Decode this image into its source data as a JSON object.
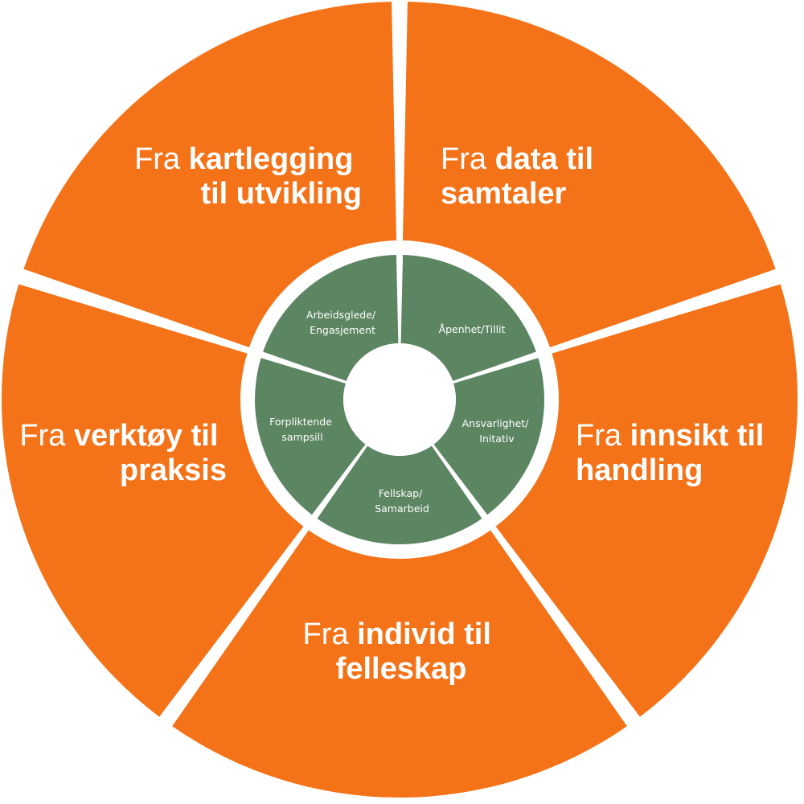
{
  "outer_segments": [
    {
      "id": "kartlegging",
      "prefix": "Fra",
      "line1_bold": "kartlegging",
      "line2": "til utvikling"
    },
    {
      "id": "data",
      "prefix": "Fra",
      "line1_bold": "data til",
      "line2": "samtaler"
    },
    {
      "id": "innsikt",
      "prefix": "Fra",
      "line1_bold": "innsikt til",
      "line2": "handling"
    },
    {
      "id": "individ",
      "prefix": "Fra",
      "line1_bold": "individ til",
      "line2": "felleskap"
    },
    {
      "id": "verktoy",
      "prefix": "Fra",
      "line1_bold": "verktøy til",
      "line2": "praksis"
    }
  ],
  "inner_segments": [
    {
      "id": "arbeidsglede",
      "line1": "Arbeidsglede/",
      "line2": "Engasjement"
    },
    {
      "id": "apenhet",
      "line1": "Åpenhet/Tillit",
      "line2": ""
    },
    {
      "id": "ansvarlighet",
      "line1": "Ansvarlighet/",
      "line2": "Initativ"
    },
    {
      "id": "fellskap",
      "line1": "Fellskap/",
      "line2": "Samarbeid"
    },
    {
      "id": "forpliktende",
      "line1": "Forpliktende",
      "line2": "sampsill"
    }
  ],
  "colors": {
    "outer": "#F47319",
    "inner": "#5C8562",
    "gap": "#ffffff"
  }
}
